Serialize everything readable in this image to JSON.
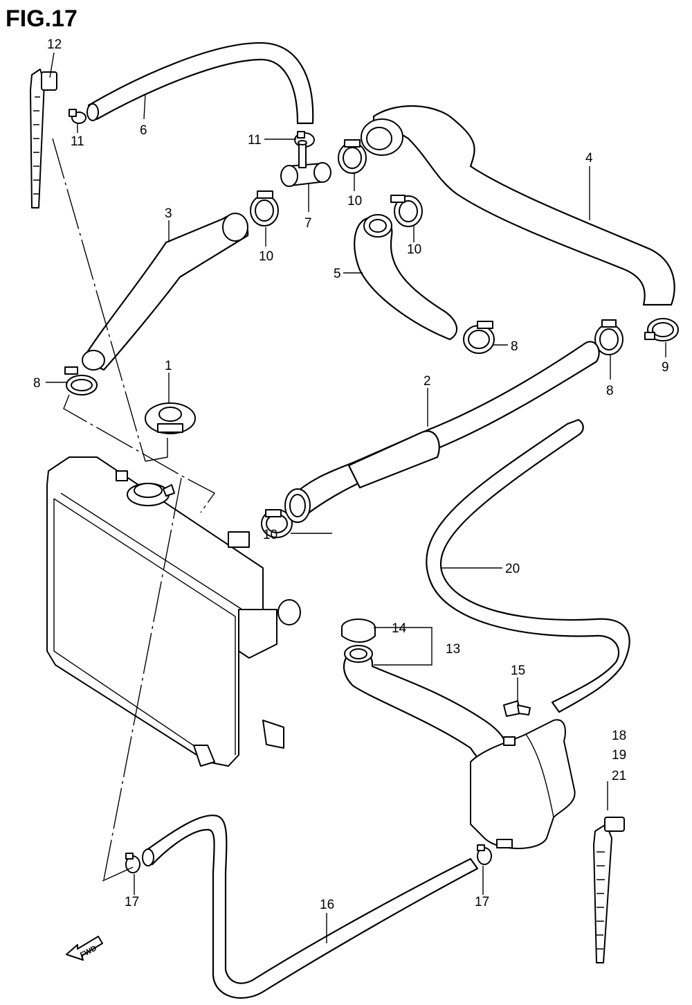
{
  "figure": {
    "title": "FIG.17"
  },
  "callouts": [
    {
      "id": "c12",
      "text": "12"
    },
    {
      "id": "c6",
      "text": "6"
    },
    {
      "id": "c11a",
      "text": "11"
    },
    {
      "id": "c11b",
      "text": "11"
    },
    {
      "id": "c10a",
      "text": "10"
    },
    {
      "id": "c4",
      "text": "4"
    },
    {
      "id": "c3",
      "text": "3"
    },
    {
      "id": "c7",
      "text": "7"
    },
    {
      "id": "c10b",
      "text": "10"
    },
    {
      "id": "c10c",
      "text": "10"
    },
    {
      "id": "c10d",
      "text": "10"
    },
    {
      "id": "c5",
      "text": "5"
    },
    {
      "id": "c8a",
      "text": "8"
    },
    {
      "id": "c8b",
      "text": "8"
    },
    {
      "id": "c8c",
      "text": "8"
    },
    {
      "id": "c9",
      "text": "9"
    },
    {
      "id": "c1",
      "text": "1"
    },
    {
      "id": "c2",
      "text": "2"
    },
    {
      "id": "c20",
      "text": "20"
    },
    {
      "id": "c14",
      "text": "14"
    },
    {
      "id": "c13",
      "text": "13"
    },
    {
      "id": "c15",
      "text": "15"
    },
    {
      "id": "c18",
      "text": "18"
    },
    {
      "id": "c19",
      "text": "19"
    },
    {
      "id": "c21",
      "text": "21"
    },
    {
      "id": "c17a",
      "text": "17"
    },
    {
      "id": "c17b",
      "text": "17"
    },
    {
      "id": "c16",
      "text": "16"
    }
  ],
  "fwd_label": "FWD"
}
